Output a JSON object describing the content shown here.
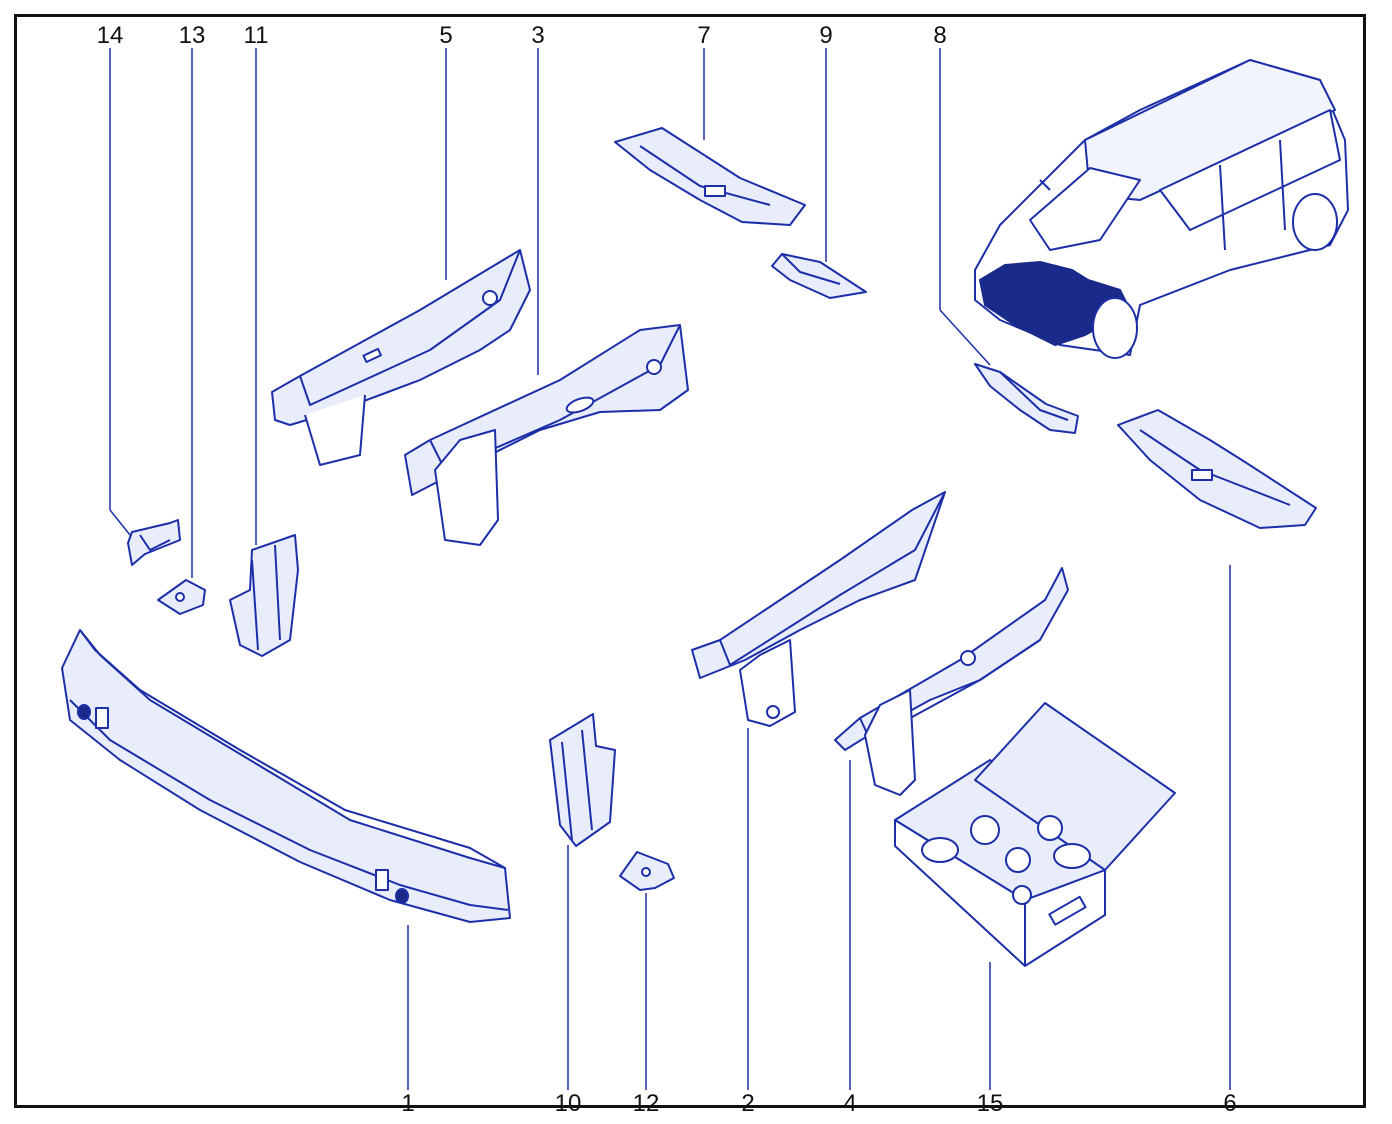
{
  "colors": {
    "line": "#1c2fa8",
    "fill": "#e8ecfb",
    "dark": "#1a2a8a",
    "frame": "#111111",
    "label": "#111111"
  },
  "callouts": {
    "c14": "14",
    "c13": "13",
    "c11": "11",
    "c5": "5",
    "c3": "3",
    "c7": "7",
    "c9": "9",
    "c8": "8",
    "c1": "1",
    "c10": "10",
    "c12": "12",
    "c2": "2",
    "c4": "4",
    "c15": "15",
    "c6": "6"
  }
}
